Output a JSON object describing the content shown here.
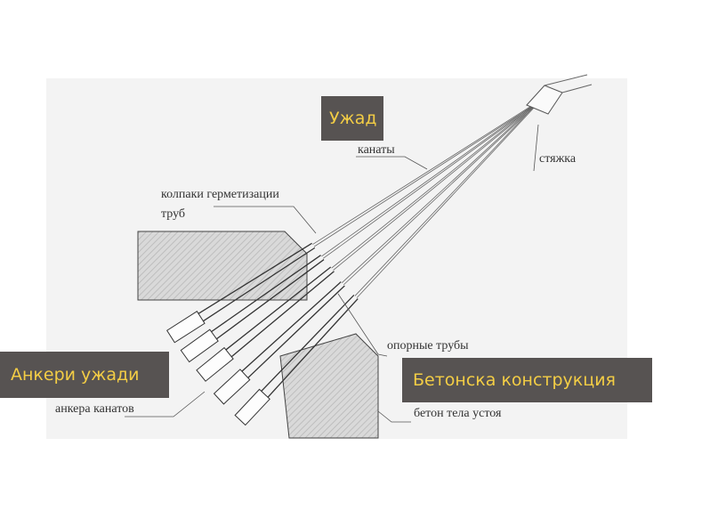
{
  "original_labels": {
    "cables": "канаты",
    "tie": "стяжка",
    "caps_line1": "колпаки герметизации",
    "caps_line2": "труб",
    "support_pipes": "опорные трубы",
    "anchors": "анкера канатов",
    "concrete": "бетон тела устоя"
  },
  "overlay_labels": {
    "cable": "Ужад",
    "anchors": "Анкери ужади",
    "concrete": "Бетонска конструкция"
  },
  "colors": {
    "overlay_bg": "#575352",
    "overlay_text": "#f3cd45"
  }
}
